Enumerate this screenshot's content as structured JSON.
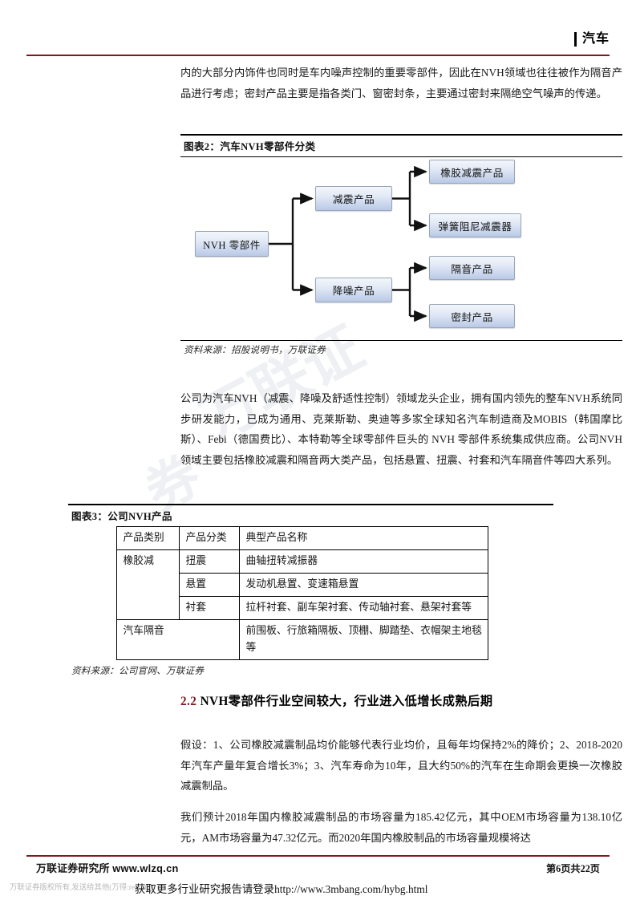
{
  "header": {
    "title": "汽车",
    "rule_color": "#7b1a20"
  },
  "body": {
    "paragraph_top": "内的大部分内饰件也同时是车内噪声控制的重要零部件，因此在NVH领域也往往被作为隔音产品进行考虑；密封产品主要是指各类门、窗密封条，主要通过密封来隔绝空气噪声的传递。",
    "paragraph_mid": "公司为汽车NVH（减震、降噪及舒适性控制）领域龙头企业，拥有国内领先的整车NVH系统同步研发能力，已成为通用、克莱斯勒、奥迪等多家全球知名汽车制造商及MOBIS（韩国摩比斯）、Febi（德国费比）、本特勒等全球零部件巨头的 NVH 零部件系统集成供应商。公司NVH领域主要包括橡胶减震和隔音两大类产品，包括悬置、扭震、衬套和汽车隔音件等四大系列。",
    "paragraph_assumptions": "假设：1、公司橡胶减震制品均价能够代表行业均价，且每年均保持2%的降价；2、2018-2020年汽车产量年复合增长3%；3、汽车寿命为10年，且大约50%的汽车在生命期会更换一次橡胶减震制品。",
    "paragraph_last": "我们预计2018年国内橡胶减震制品的市场容量为185.42亿元，其中OEM市场容量为138.10亿元，AM市场容量为47.32亿元。而2020年国内橡胶制品的市场容量规模将达"
  },
  "figure2": {
    "caption": "图表2：汽车NVH零部件分类",
    "source": "资料来源：招股说明书，万联证券",
    "nodes": {
      "root": "NVH 零部件",
      "level1_a": "减震产品",
      "level1_b": "降噪产品",
      "level2_a": "橡胶减震产品",
      "level2_b": "弹簧阻尼减震器",
      "level2_c": "隔音产品",
      "level2_d": "密封产品"
    }
  },
  "figure3": {
    "caption": "图表3：公司NVH产品",
    "source": "资料来源：公司官网、万联证券",
    "columns": [
      "产品类别",
      "产品分类",
      "典型产品名称"
    ],
    "rows": [
      {
        "category": "橡胶减",
        "subtype": "扭震",
        "products": "曲轴扭转减振器"
      },
      {
        "category": "",
        "subtype": "悬置",
        "products": "发动机悬置、变速箱悬置"
      },
      {
        "category": "",
        "subtype": "衬套",
        "products": "拉杆衬套、副车架衬套、传动轴衬套、悬架衬套等"
      },
      {
        "category": "汽车隔音",
        "subtype": "",
        "products": "前围板、行旅箱隔板、顶棚、脚踏垫、衣帽架主地毯等"
      }
    ]
  },
  "section": {
    "number": "2.2",
    "title": "NVH零部件行业空间较大，行业进入低增长成熟后期",
    "number_color": "#7b1a20"
  },
  "footer": {
    "institution": "万联证券研究所",
    "website": "www.wlzq.cn",
    "page_label": "第6页共22页",
    "copyright": "万联证券版权所有,发送给其他(万得:report@",
    "promo": "获取更多行业研究报告请登录http://www.3mbang.com/hybg.html"
  },
  "watermark": {
    "line1": "万联证",
    "line2": "券"
  }
}
